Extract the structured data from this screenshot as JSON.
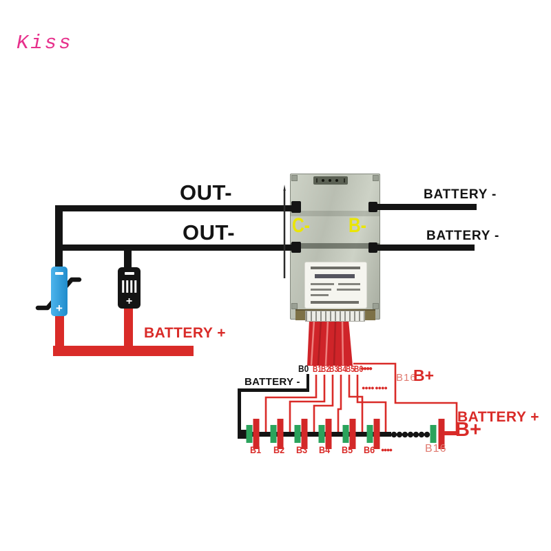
{
  "watermark": {
    "text": "Kiss"
  },
  "top": {
    "out1": "OUT-",
    "out2": "OUT-",
    "battery_minus_1": "BATTERY -",
    "battery_minus_2": "BATTERY -"
  },
  "board": {
    "c_label": "C-",
    "b_label": "B-"
  },
  "left": {
    "fuse_plus": "+",
    "charger_plus": "+",
    "battery_plus": "BATTERY +"
  },
  "balance": {
    "b0": "B0",
    "labels": [
      "B1",
      "B2",
      "B3",
      "B4",
      "B5",
      "B6"
    ],
    "dots_top": "●●●●",
    "dots_mid": "●●●● ●●●●",
    "battery_minus": "BATTERY -",
    "b16": "B16",
    "b_plus": "B+"
  },
  "pack": {
    "cells": [
      "B1",
      "B2",
      "B3",
      "B4",
      "B5",
      "B6"
    ],
    "dots_after_b6": "●●●●",
    "b16": "B16",
    "battery_plus": "BATTERY +",
    "b_plus": "B+"
  },
  "colors": {
    "red": "#d92b28",
    "pink": "#e7308c",
    "yellow": "#eae506",
    "green": "#2ba35c",
    "blue": "#2d9de0"
  }
}
